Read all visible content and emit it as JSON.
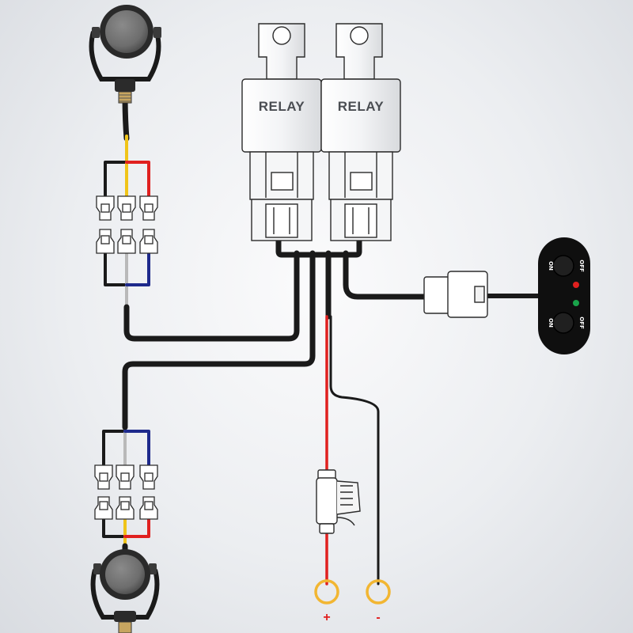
{
  "relays": [
    {
      "label": "RELAY"
    },
    {
      "label": "RELAY"
    }
  ],
  "switch_panel": {
    "upper": {
      "on": "ON",
      "off": "OFF",
      "indicator": "red"
    },
    "lower": {
      "on": "ON",
      "off": "OFF",
      "indicator": "green"
    }
  },
  "terminals": {
    "positive": {
      "label": "+",
      "color": "#e0201f"
    },
    "negative": {
      "label": "-",
      "color": "#e0201f"
    }
  },
  "colors": {
    "wire_black": "#1a1a1a",
    "wire_red": "#e0201f",
    "wire_yellow": "#f0c419",
    "wire_blue": "#1e2a8c",
    "wire_grey": "#b9b9b9",
    "ring_terminal": "#f2b632"
  }
}
